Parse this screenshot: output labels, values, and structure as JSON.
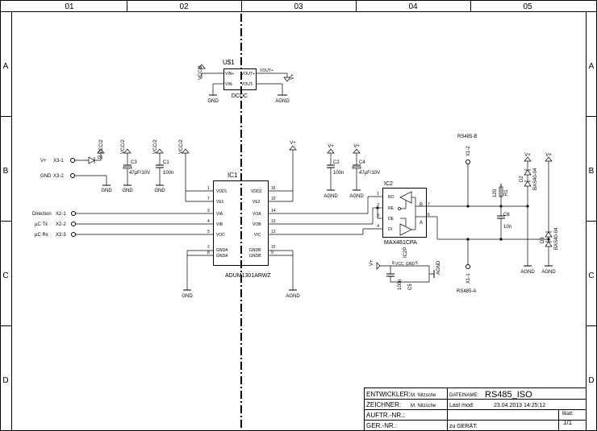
{
  "frame": {
    "columns": [
      "01",
      "02",
      "03",
      "04",
      "05"
    ],
    "rows": [
      "A",
      "B",
      "C",
      "D"
    ]
  },
  "dcdc": {
    "ref": "U$1",
    "name": "DCDC",
    "pins": [
      "VIN+",
      "VIN-",
      "VOUT+",
      "VOUT-"
    ],
    "in_supply": "VCC/2",
    "in_gnd": "GND",
    "out_supply": "V+",
    "out_vout": "VOUT+",
    "out_gnd": "AGND"
  },
  "connector_x3": [
    {
      "label": "X3-1",
      "net": "V+"
    },
    {
      "label": "X3-2",
      "net": "GND"
    }
  ],
  "connector_x2": [
    {
      "label": "X2-1",
      "net": "Direction"
    },
    {
      "label": "X2-2",
      "net": "µC Tx"
    },
    {
      "label": "X2-3",
      "net": "µC Rx"
    }
  ],
  "diode_d1": {
    "ref": "D1"
  },
  "supply_labels": [
    "VCC/2",
    "VCC/2",
    "VCC/2",
    "VCC/2"
  ],
  "c3": {
    "ref": "C3",
    "value": "47µF/10V"
  },
  "c1": {
    "ref": "C1",
    "value": "100n"
  },
  "left_gnds": [
    "GND",
    "GND",
    "GND"
  ],
  "ic1": {
    "ref": "IC1",
    "name": "ADUM1301ARWZ",
    "left_pins": [
      {
        "num": "1",
        "name": "VDD1"
      },
      {
        "num": "7",
        "name": "VE1"
      },
      {
        "num": "3",
        "name": "VIA"
      },
      {
        "num": "4",
        "name": "VIB"
      },
      {
        "num": "5",
        "name": "VOC"
      },
      {
        "num": "2",
        "name": "GNDA"
      },
      {
        "num": "8",
        "name": "GNDA"
      }
    ],
    "right_pins": [
      {
        "num": "16",
        "name": "VDD2"
      },
      {
        "num": "10",
        "name": "VE2"
      },
      {
        "num": "14",
        "name": "VOA"
      },
      {
        "num": "13",
        "name": "VOB"
      },
      {
        "num": "12",
        "name": "VIC"
      },
      {
        "num": "15",
        "name": "GNDB"
      },
      {
        "num": "9",
        "name": "GNDB"
      }
    ],
    "gnd_left": "GND",
    "supply_right": "V+",
    "gnd_right": "AGND"
  },
  "c2": {
    "ref": "C2",
    "value": "100n",
    "supply": "V+",
    "gnd": "AGND"
  },
  "c4": {
    "ref": "C4",
    "value": "47µF/10V",
    "supply": "V+",
    "gnd": "AGND"
  },
  "ic2": {
    "ref": "IC2",
    "name": "MAX481CPA",
    "pins": [
      {
        "num": "1",
        "name": "RO"
      },
      {
        "num": "2",
        "name": "RE"
      },
      {
        "num": "3",
        "name": "DE"
      },
      {
        "num": "4",
        "name": "DI"
      },
      {
        "num": "7",
        "name": "B"
      },
      {
        "num": "6",
        "name": "A"
      }
    ]
  },
  "c5": {
    "ref": "C5",
    "value": "100n",
    "pin_a": "8",
    "pin_b": "5",
    "chip_ref": "IC2P",
    "supply": "V+",
    "gnd": "AGND",
    "pin_vcc": "VCC",
    "pin_gnd": "GND"
  },
  "rs485_b": {
    "label": "RS485-B",
    "pin": "X1-2"
  },
  "rs485_a": {
    "label": "RS485-A",
    "pin": "X1-1"
  },
  "r1": {
    "ref": "R1",
    "value": "120"
  },
  "c6": {
    "ref": "C6",
    "value": "10n"
  },
  "d2": {
    "ref": "D2",
    "value": "BAS40-04",
    "supply": "V+",
    "gnd": "AGND"
  },
  "d3": {
    "ref": "D3",
    "value": "BAS40-04",
    "supply": "V+",
    "gnd": "AGND"
  },
  "title_block": {
    "entwickler_label": "ENTWICKLER:",
    "entwickler": "M. Nitzsche",
    "zeichner_label": "ZEICHNER:",
    "zeichner": "M. Nitzsche",
    "auftr_label": "AUFTR.-NR.:",
    "ger_label": "GER.-NR.:",
    "dateiname_label": "DATEINAME:",
    "dateiname": "RS485_ISO",
    "lastmod_label": "Last mod:",
    "lastmod": "23.04.2013 14:25:12",
    "zugeraet_label": "zu GERÄT:",
    "blatt_label": "Blatt:",
    "blatt": "1/1"
  }
}
